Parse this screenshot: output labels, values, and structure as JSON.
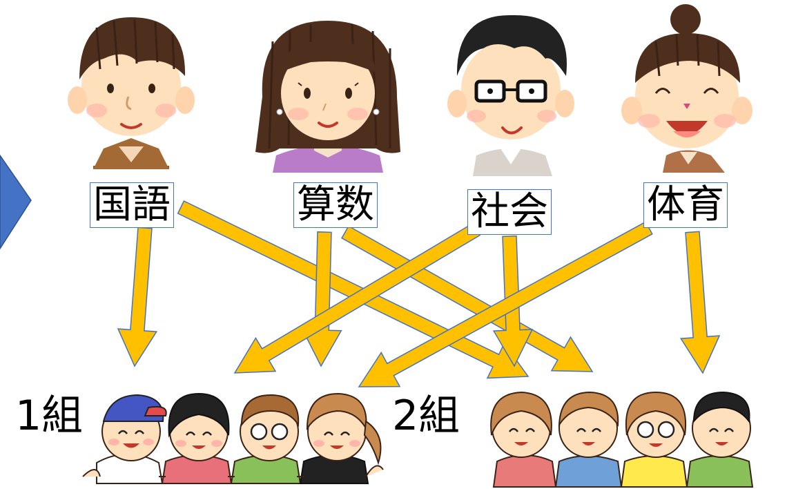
{
  "subjects": [
    {
      "id": "kokugo",
      "label": "国語"
    },
    {
      "id": "sansu",
      "label": "算数"
    },
    {
      "id": "shakai",
      "label": "社会"
    },
    {
      "id": "taiiku",
      "label": "体育"
    }
  ],
  "classes": [
    {
      "id": "class1",
      "label": "1組"
    },
    {
      "id": "class2",
      "label": "2組"
    }
  ],
  "assignments": [
    {
      "subject": "kokugo",
      "class": "class1"
    },
    {
      "subject": "kokugo",
      "class": "class2"
    },
    {
      "subject": "sansu",
      "class": "class1"
    },
    {
      "subject": "sansu",
      "class": "class2"
    },
    {
      "subject": "shakai",
      "class": "class1"
    },
    {
      "subject": "shakai",
      "class": "class2"
    },
    {
      "subject": "taiiku",
      "class": "class1"
    },
    {
      "subject": "taiiku",
      "class": "class2"
    }
  ],
  "colors": {
    "arrow_fill": "#ffc000",
    "arrow_stroke": "#4472c4",
    "box_border": "#4472c4",
    "left_chevron": "#4472c4"
  }
}
